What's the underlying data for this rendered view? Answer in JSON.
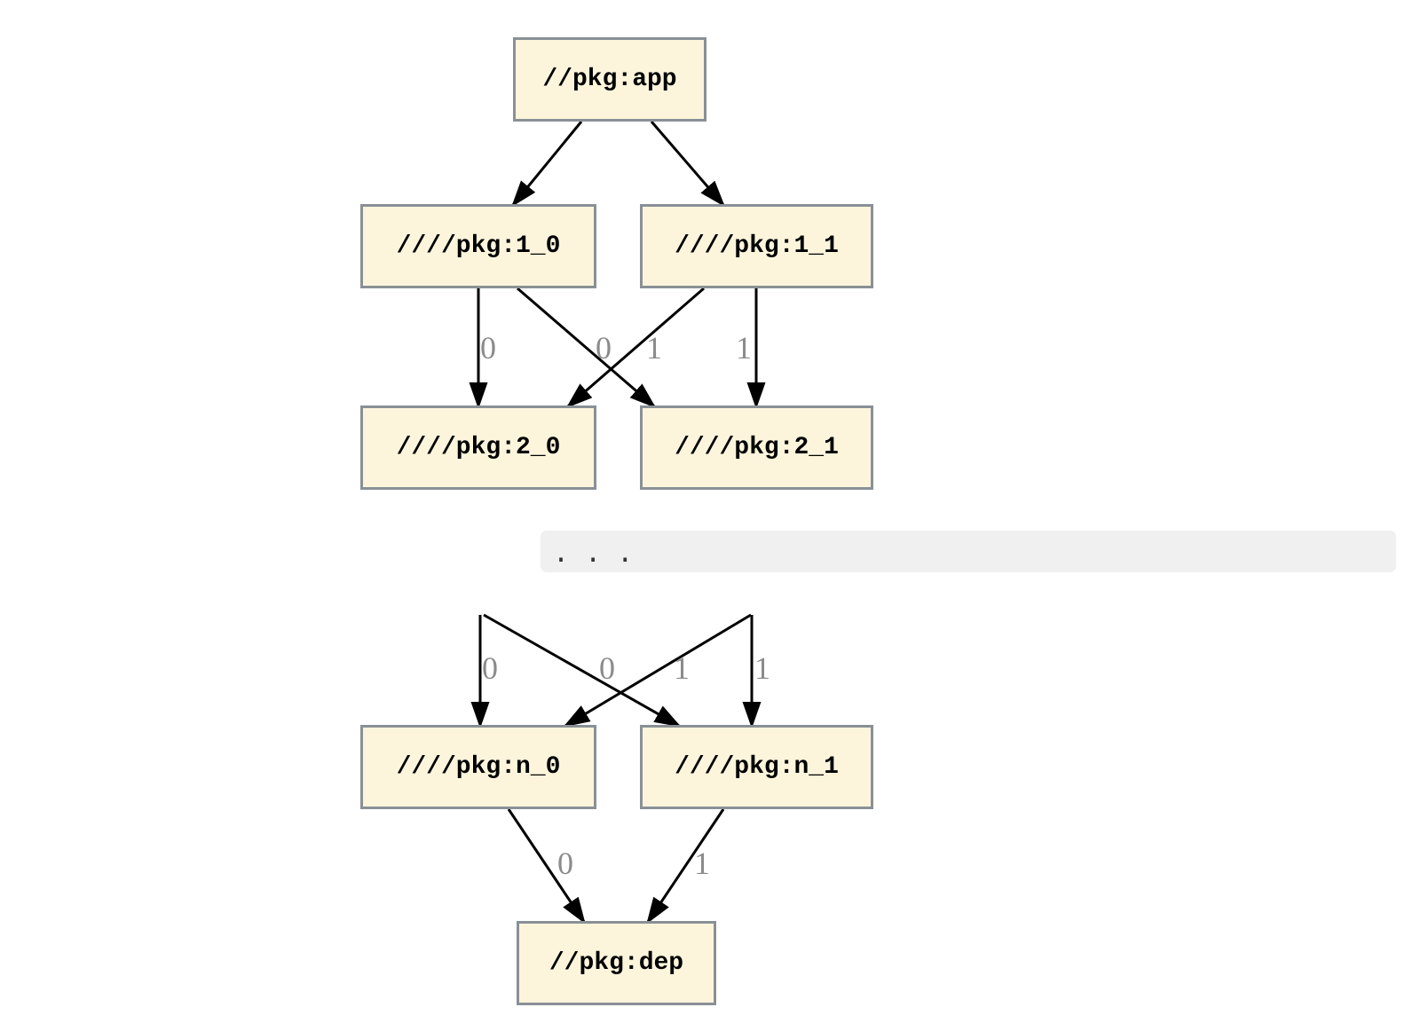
{
  "diagram": {
    "type": "dependency-graph",
    "ellipsis": ". . .",
    "nodes": [
      {
        "id": "app",
        "label": "//pkg:app"
      },
      {
        "id": "1_0",
        "label": "////pkg:1_0"
      },
      {
        "id": "1_1",
        "label": "////pkg:1_1"
      },
      {
        "id": "2_0",
        "label": "////pkg:2_0"
      },
      {
        "id": "2_1",
        "label": "////pkg:2_1"
      },
      {
        "id": "n_0",
        "label": "////pkg:n_0"
      },
      {
        "id": "n_1",
        "label": "////pkg:n_1"
      },
      {
        "id": "dep",
        "label": "//pkg:dep"
      }
    ],
    "edges": [
      {
        "from": "app",
        "to": "1_0",
        "label": ""
      },
      {
        "from": "app",
        "to": "1_1",
        "label": ""
      },
      {
        "from": "1_0",
        "to": "2_0",
        "label": "0"
      },
      {
        "from": "1_0",
        "to": "2_1",
        "label": "0"
      },
      {
        "from": "1_1",
        "to": "2_0",
        "label": "1"
      },
      {
        "from": "1_1",
        "to": "2_1",
        "label": "1"
      },
      {
        "from": "n-1_0",
        "to": "n_0",
        "label": "0"
      },
      {
        "from": "n-1_0",
        "to": "n_1",
        "label": "0"
      },
      {
        "from": "n-1_1",
        "to": "n_0",
        "label": "1"
      },
      {
        "from": "n-1_1",
        "to": "n_1",
        "label": "1"
      },
      {
        "from": "n_0",
        "to": "dep",
        "label": "0"
      },
      {
        "from": "n_1",
        "to": "dep",
        "label": "1"
      }
    ],
    "colors": {
      "background": "#ffffff",
      "node_fill": "#fcf5dc",
      "node_border": "#8a9095",
      "edge": "#000000",
      "edge_label": "#8b8b8b",
      "ellipsis_bg": "#f0f0f0",
      "ellipsis_text": "#333333"
    }
  }
}
